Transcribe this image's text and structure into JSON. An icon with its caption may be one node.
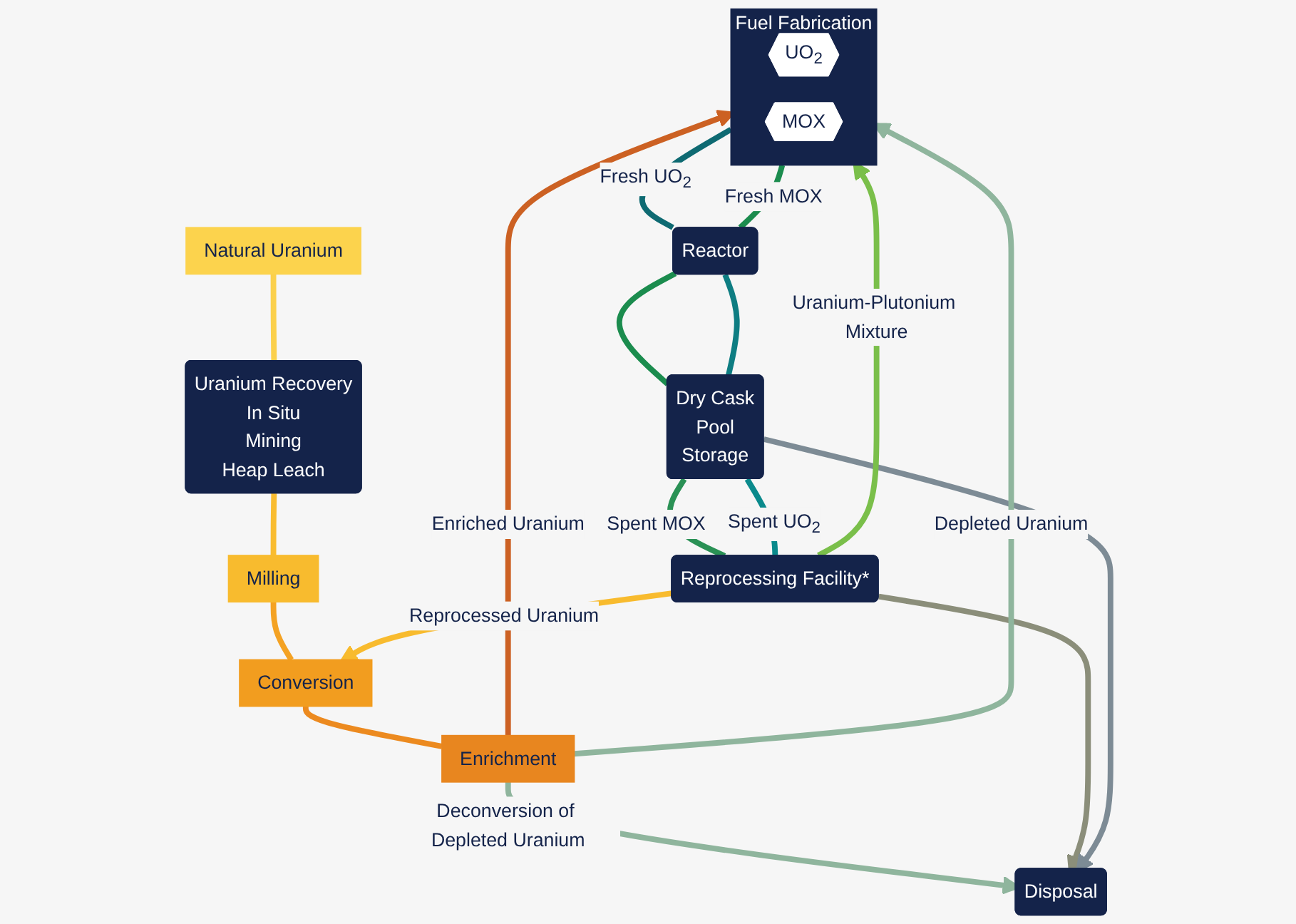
{
  "diagram": {
    "nodes": [
      {
        "text": [
          "Fuel Fabrication"
        ]
      },
      {
        "text": [
          "UO$_{2}$"
        ],
        "in": 0
      },
      {
        "text": [
          "MOX"
        ],
        "in": 0
      },
      {
        "text": [
          "Reactor"
        ]
      },
      {
        "text": [
          "Enrichment"
        ]
      },
      {
        "text": [
          "Dry Cask",
          "Pool",
          "Storage"
        ]
      },
      {
        "text": [
          "Conversion"
        ]
      },
      {
        "text": [
          "Reprocessing Facility*"
        ]
      },
      {
        "text": [
          "Milling"
        ]
      },
      {
        "text": [
          "Uranium Recovery",
          "In Situ",
          "Mining",
          "Heap Leach"
        ]
      },
      {
        "text": [
          "Disposal"
        ]
      },
      {
        "text": [
          "Natural Uranium"
        ]
      }
    ],
    "edges": [
      {
        "from": 11,
        "to": 9,
        "arrow": "none",
        "color": "#fbd04c"
      },
      {
        "from": 9,
        "to": 8,
        "arrow": "none",
        "color": "#f9bc30"
      },
      {
        "from": 8,
        "to": 6,
        "arrow": "none",
        "color": "#f4a223"
      },
      {
        "from": 6,
        "to": 4,
        "arrow": "none",
        "color": "#ec8a1f"
      },
      {
        "from": 4,
        "to": 0,
        "label": "Enriched Uranium",
        "arrow": "to",
        "color": "#cc6123"
      },
      {
        "from": 4,
        "to": 0,
        "label": "Depleted Uranium",
        "arrow": "to",
        "color": "#8fb59d"
      },
      {
        "from": 4,
        "to": 10,
        "label": "Deconversion of Depleted Uranium",
        "arrow": "to",
        "color": "#8fb59d"
      },
      {
        "from": 7,
        "to": 0,
        "label": "Uranium-Plutonium Mixture",
        "arrow": "to",
        "color": "#7abf4a"
      },
      {
        "from": 7,
        "to": 6,
        "label": "Reprocessed Uranium",
        "arrow": "to",
        "color": "#f8bb2e"
      },
      {
        "from": 7,
        "to": 10,
        "arrow": "to",
        "color": "#8b8e7a"
      },
      {
        "from": 0,
        "to": 3,
        "label": "Fresh UO$_{2}$",
        "arrow": "none",
        "color": "#0e6a72"
      },
      {
        "from": 0,
        "to": 3,
        "label": "Fresh MOX",
        "arrow": "none",
        "color": "#1b8c4e"
      },
      {
        "from": 3,
        "to": 5,
        "arrow": "none",
        "color": "#1b8c4e"
      },
      {
        "from": 3,
        "to": 5,
        "arrow": "none",
        "color": "#0e7d82"
      },
      {
        "from": 5,
        "to": 7,
        "label": "Spent MOX",
        "arrow": "none",
        "color": "#2a9155"
      },
      {
        "from": 5,
        "to": 7,
        "label": "Spent UO$_{2}$",
        "arrow": "none",
        "color": "#0a8a8c"
      },
      {
        "from": 5,
        "to": 10,
        "arrow": "to",
        "color": "#7d8b95"
      }
    ]
  }
}
